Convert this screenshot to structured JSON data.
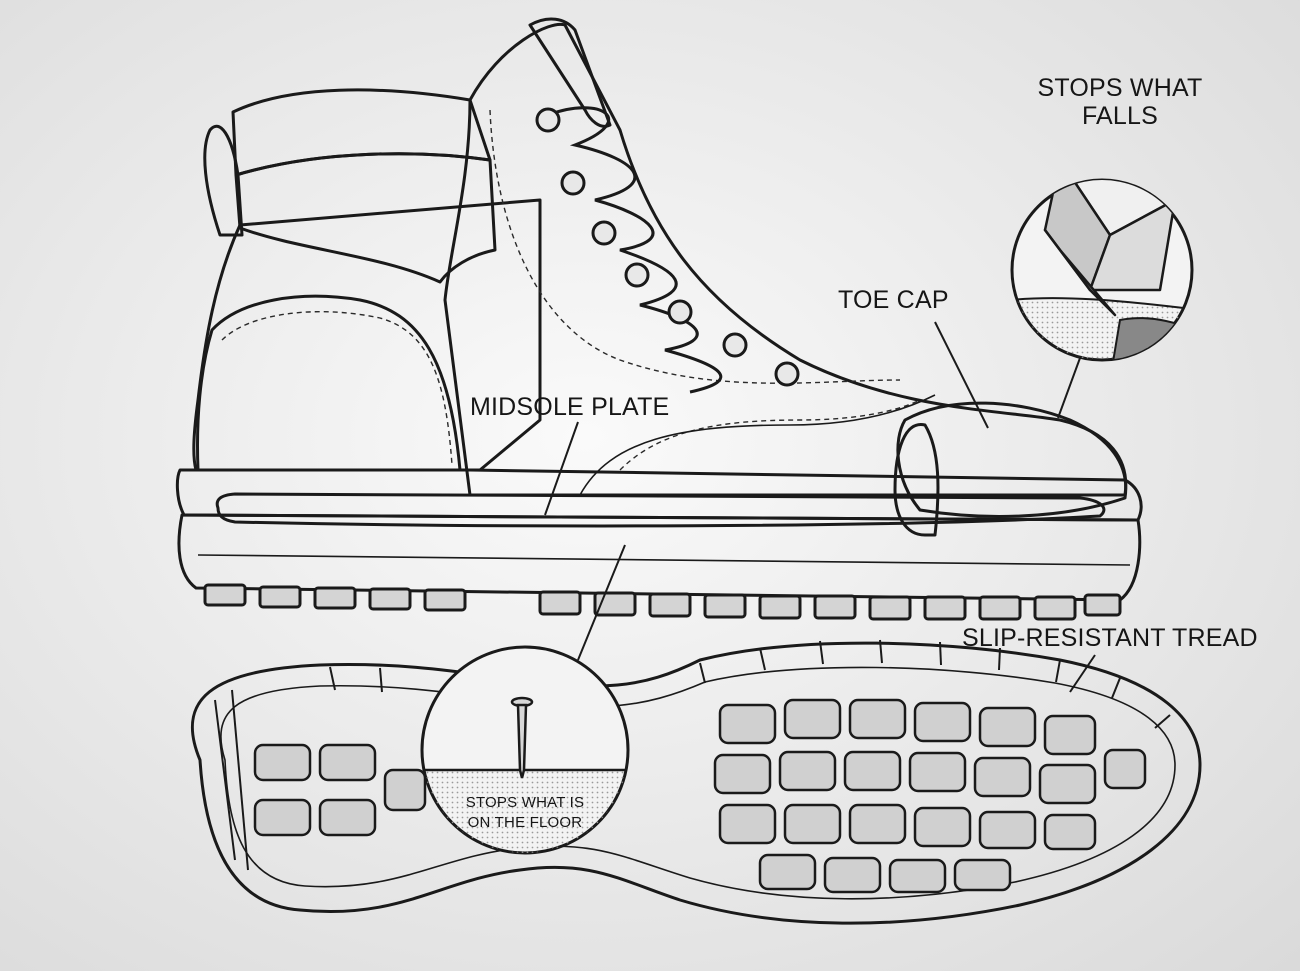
{
  "callouts": {
    "stops_what_falls": [
      "STOPS WHAT",
      "FALLS"
    ],
    "toe_cap": "TOE CAP",
    "midsole_plate": "MIDSOLE PLATE",
    "slip_resistant_tread": "SLIP-RESISTANT TREAD",
    "stops_what_is_on_the_floor": [
      "STOPS WHAT IS",
      "ON THE FLOOR"
    ]
  },
  "colors": {
    "background": "#ececec",
    "ink": "#1a1a1a",
    "leather_light": "#f4f4f4",
    "leather_mid": "#cfcfcf",
    "leather_dark": "#8a8a8a",
    "rubber": "#e0e0e0"
  }
}
